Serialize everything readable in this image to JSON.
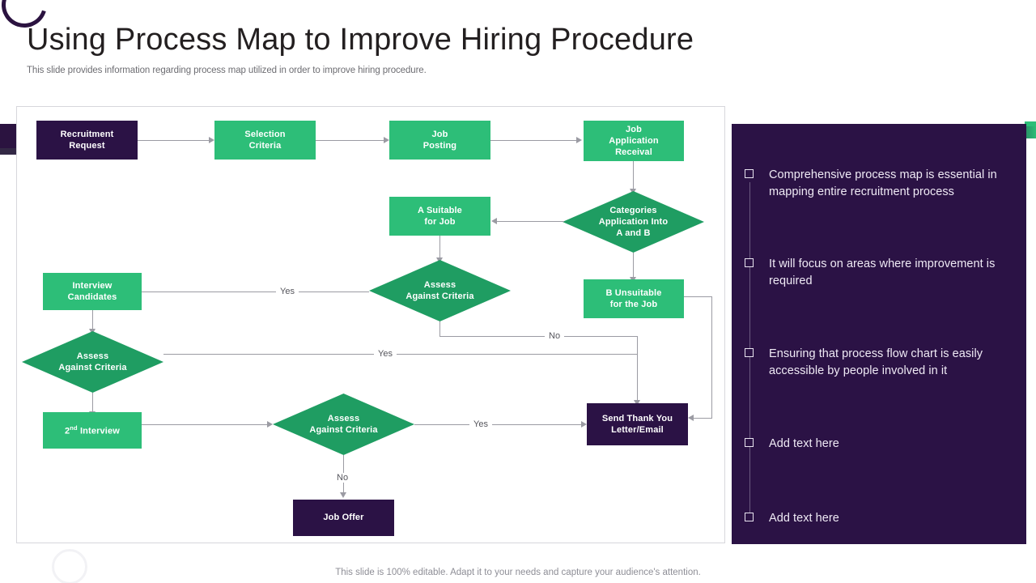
{
  "header": {
    "title": "Using Process Map to Improve Hiring Procedure",
    "subtitle": "This slide provides information regarding process map utilized in order to improve hiring procedure."
  },
  "footer": {
    "note": "This slide is 100% editable. Adapt it to your needs and capture your audience's attention."
  },
  "colors": {
    "brand_purple": "#2B1245",
    "accent_green": "#2DBE78",
    "diamond_green": "#1F9D62",
    "connector_gray": "#9B9BA3",
    "panel_border": "#D7D7DC",
    "title_text": "#231F20",
    "subtitle_text": "#6D6D72"
  },
  "flowchart": {
    "type": "flowchart",
    "nodes": [
      {
        "id": "recruitment_request",
        "label": "Recruitment Request",
        "shape": "rect",
        "fill": "#2B1245"
      },
      {
        "id": "selection_criteria",
        "label": "Selection Criteria",
        "shape": "rect",
        "fill": "#2DBE78"
      },
      {
        "id": "job_posting",
        "label": "Job Posting",
        "shape": "rect",
        "fill": "#2DBE78"
      },
      {
        "id": "job_application",
        "label": "Job Application Receival",
        "shape": "rect",
        "fill": "#2DBE78"
      },
      {
        "id": "categories",
        "label": "Categories Application Into A and B",
        "shape": "diamond",
        "fill": "#1F9D62"
      },
      {
        "id": "a_suitable",
        "label": "A Suitable for Job",
        "shape": "rect",
        "fill": "#2DBE78"
      },
      {
        "id": "b_unsuitable",
        "label": "B Unsuitable for the Job",
        "shape": "rect",
        "fill": "#2DBE78"
      },
      {
        "id": "assess_1",
        "label": "Assess Against Criteria",
        "shape": "diamond",
        "fill": "#1F9D62"
      },
      {
        "id": "interview_candidates",
        "label": "Interview Candidates",
        "shape": "rect",
        "fill": "#2DBE78"
      },
      {
        "id": "assess_2",
        "label": "Assess Against Criteria",
        "shape": "diamond",
        "fill": "#1F9D62"
      },
      {
        "id": "second_interview",
        "label": "2nd Interview",
        "shape": "rect",
        "fill": "#2DBE78"
      },
      {
        "id": "assess_3",
        "label": "Assess Against Criteria",
        "shape": "diamond",
        "fill": "#1F9D62"
      },
      {
        "id": "send_thank_you",
        "label": "Send Thank You Letter/Email",
        "shape": "rect",
        "fill": "#2B1245"
      },
      {
        "id": "job_offer",
        "label": "Job Offer",
        "shape": "rect",
        "fill": "#2B1245"
      }
    ],
    "node_labels": {
      "recruitment_request_l1": "Recruitment",
      "recruitment_request_l2": "Request",
      "selection_criteria_l1": "Selection",
      "selection_criteria_l2": "Criteria",
      "job_posting_l1": "Job",
      "job_posting_l2": "Posting",
      "job_application_l1": "Job",
      "job_application_l2": "Application",
      "job_application_l3": "Receival",
      "categories_l1": "Categories",
      "categories_l2": "Application Into",
      "categories_l3": "A and B",
      "a_suitable_l1": "A Suitable",
      "a_suitable_l2": "for Job",
      "b_unsuitable_l1": "B Unsuitable",
      "b_unsuitable_l2": "for the Job",
      "assess_l1": "Assess",
      "assess_l2": "Against Criteria",
      "interview_l1": "Interview",
      "interview_l2": "Candidates",
      "second_interview_num": "2",
      "second_interview_sup": "nd",
      "second_interview_word": "Interview",
      "send_thank_you_l1": "Send Thank You",
      "send_thank_you_l2": "Letter/Email",
      "job_offer": "Job Offer"
    },
    "edge_labels": {
      "yes_interview": "Yes",
      "yes_assess1": "Yes",
      "no_assess2": "No",
      "yes_assess3": "Yes",
      "no_assess3": "No"
    },
    "edges": [
      {
        "from": "recruitment_request",
        "to": "selection_criteria",
        "label": ""
      },
      {
        "from": "selection_criteria",
        "to": "job_posting",
        "label": ""
      },
      {
        "from": "job_posting",
        "to": "job_application",
        "label": ""
      },
      {
        "from": "job_application",
        "to": "categories",
        "label": ""
      },
      {
        "from": "categories",
        "to": "a_suitable",
        "label": ""
      },
      {
        "from": "categories",
        "to": "b_unsuitable",
        "label": ""
      },
      {
        "from": "a_suitable",
        "to": "assess_2",
        "label": ""
      },
      {
        "from": "assess_2",
        "to": "interview_candidates",
        "label": "Yes"
      },
      {
        "from": "assess_2",
        "to": "send_thank_you",
        "label": "No"
      },
      {
        "from": "interview_candidates",
        "to": "assess_1",
        "label": ""
      },
      {
        "from": "assess_1",
        "to": "send_thank_you",
        "label": "Yes"
      },
      {
        "from": "assess_1",
        "to": "second_interview",
        "label": ""
      },
      {
        "from": "second_interview",
        "to": "assess_3",
        "label": ""
      },
      {
        "from": "assess_3",
        "to": "send_thank_you",
        "label": "Yes"
      },
      {
        "from": "assess_3",
        "to": "job_offer",
        "label": "No"
      },
      {
        "from": "b_unsuitable",
        "to": "send_thank_you",
        "label": ""
      }
    ]
  },
  "sidebar": {
    "bullets": [
      {
        "text": "Comprehensive process map is essential in mapping entire recruitment process"
      },
      {
        "text": "It will focus on areas where improvement is required"
      },
      {
        "text": "Ensuring that process flow chart is easily accessible by people involved in it"
      },
      {
        "text": "Add text here"
      },
      {
        "text": "Add text here"
      }
    ]
  }
}
